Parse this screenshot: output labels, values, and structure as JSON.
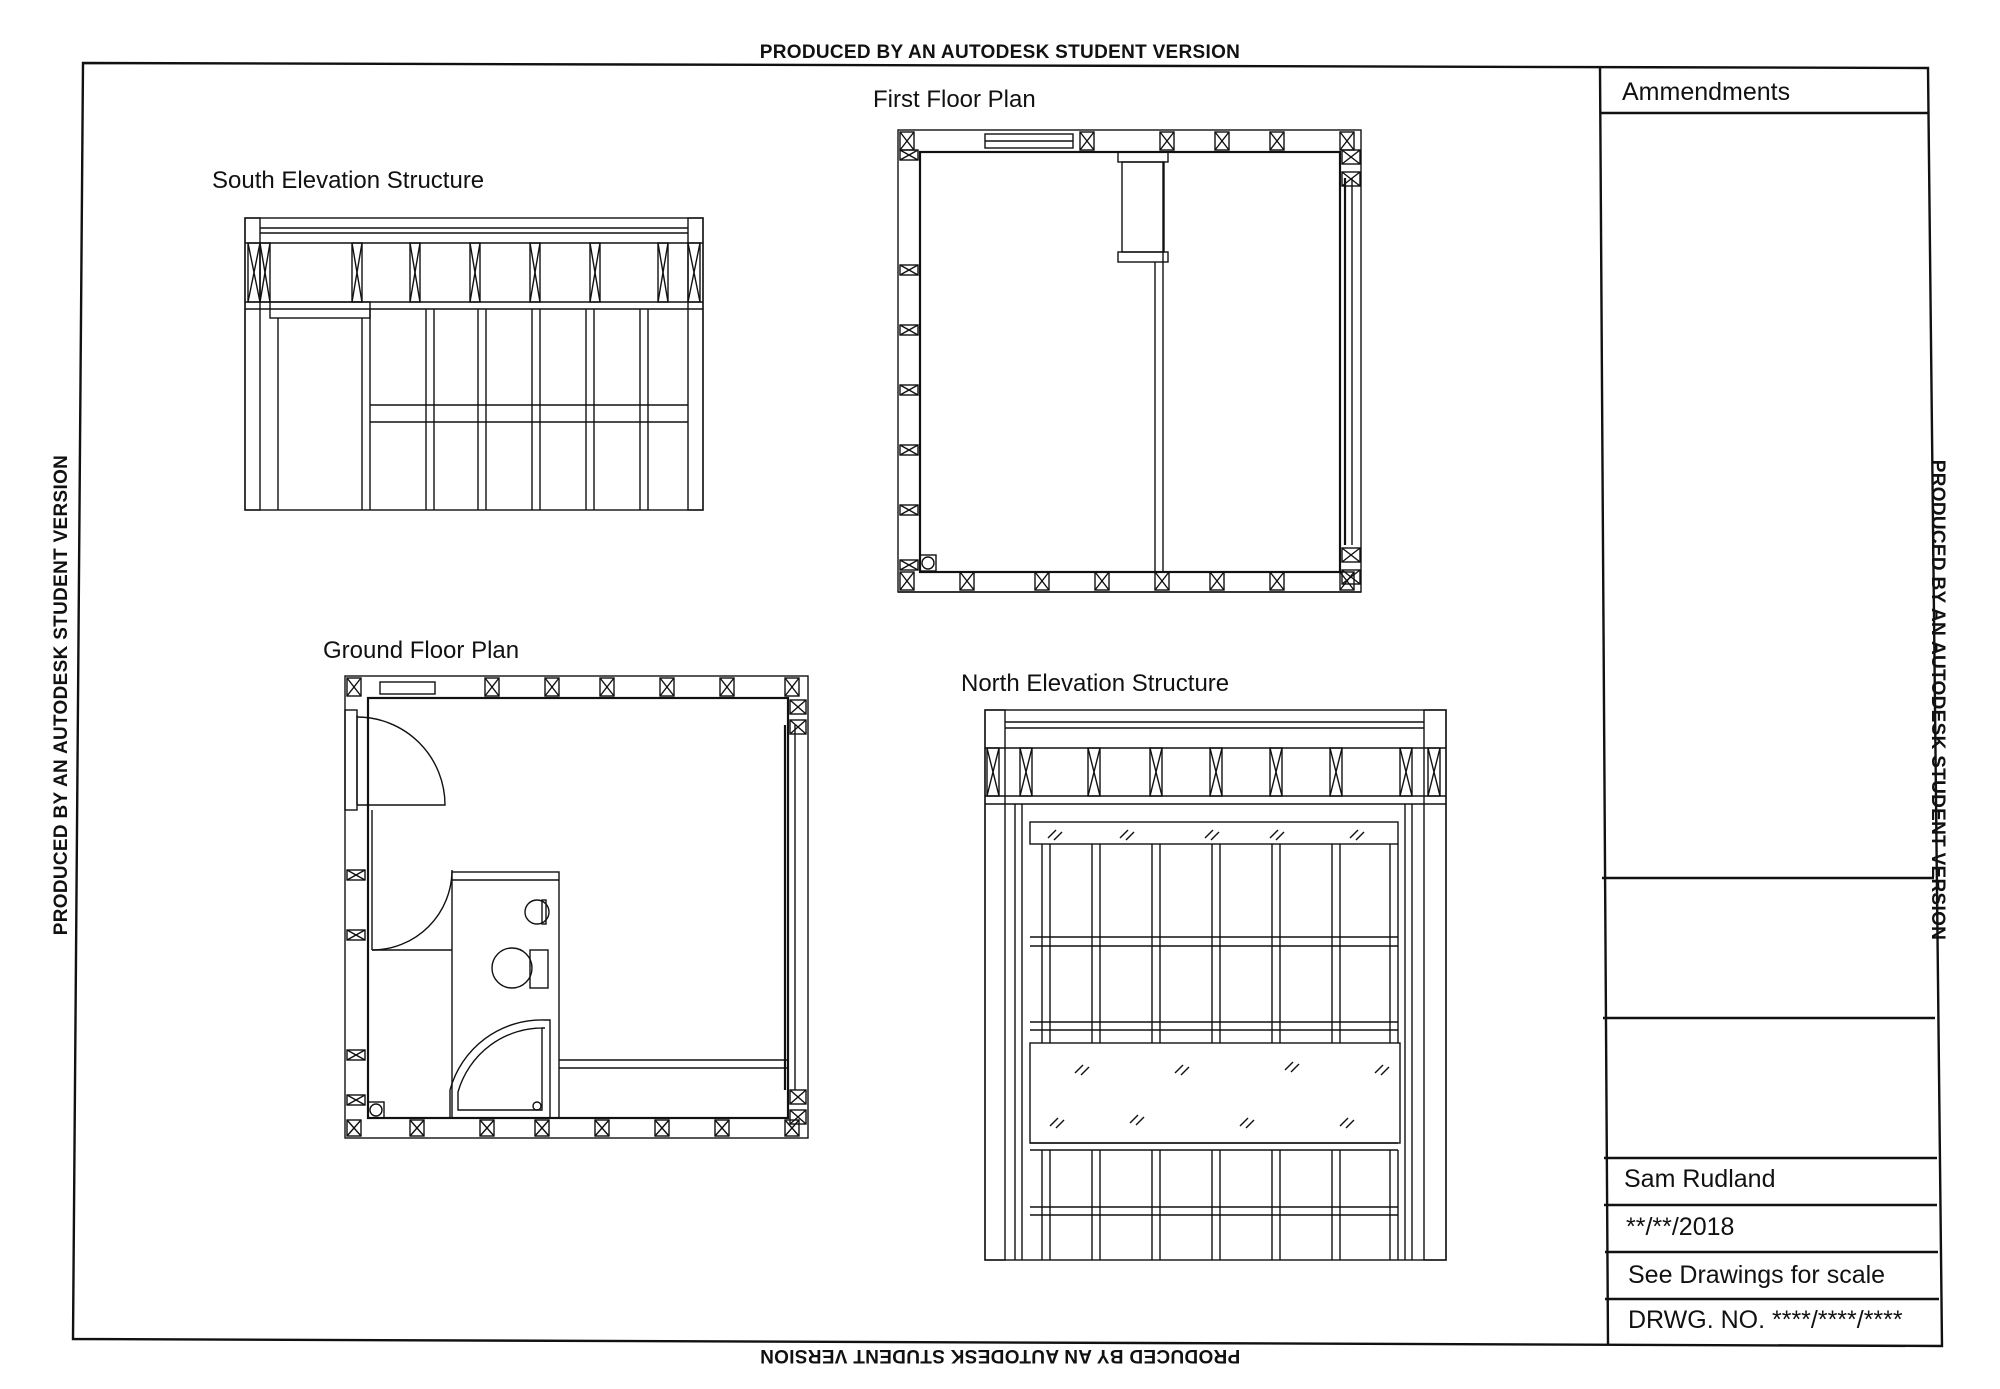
{
  "watermark": {
    "top": "PRODUCED BY AN AUTODESK STUDENT VERSION",
    "bottom": "PRODUCED BY AN AUTODESK STUDENT VERSION",
    "left": "PRODUCED BY AN AUTODESK STUDENT VERSION",
    "right": "PRODUCED BY AN AUTODESK STUDENT VERSION"
  },
  "views": {
    "south_elevation": "South Elevation Structure",
    "first_floor": "First Floor Plan",
    "ground_floor": "Ground Floor Plan",
    "north_elevation": "North Elevation Structure"
  },
  "title_block": {
    "amendments": "Ammendments",
    "name": "Sam Rudland",
    "date": "**/**/2018",
    "scale": "See Drawings for scale",
    "drawing_number": "DRWG. NO. ****/****/****"
  }
}
